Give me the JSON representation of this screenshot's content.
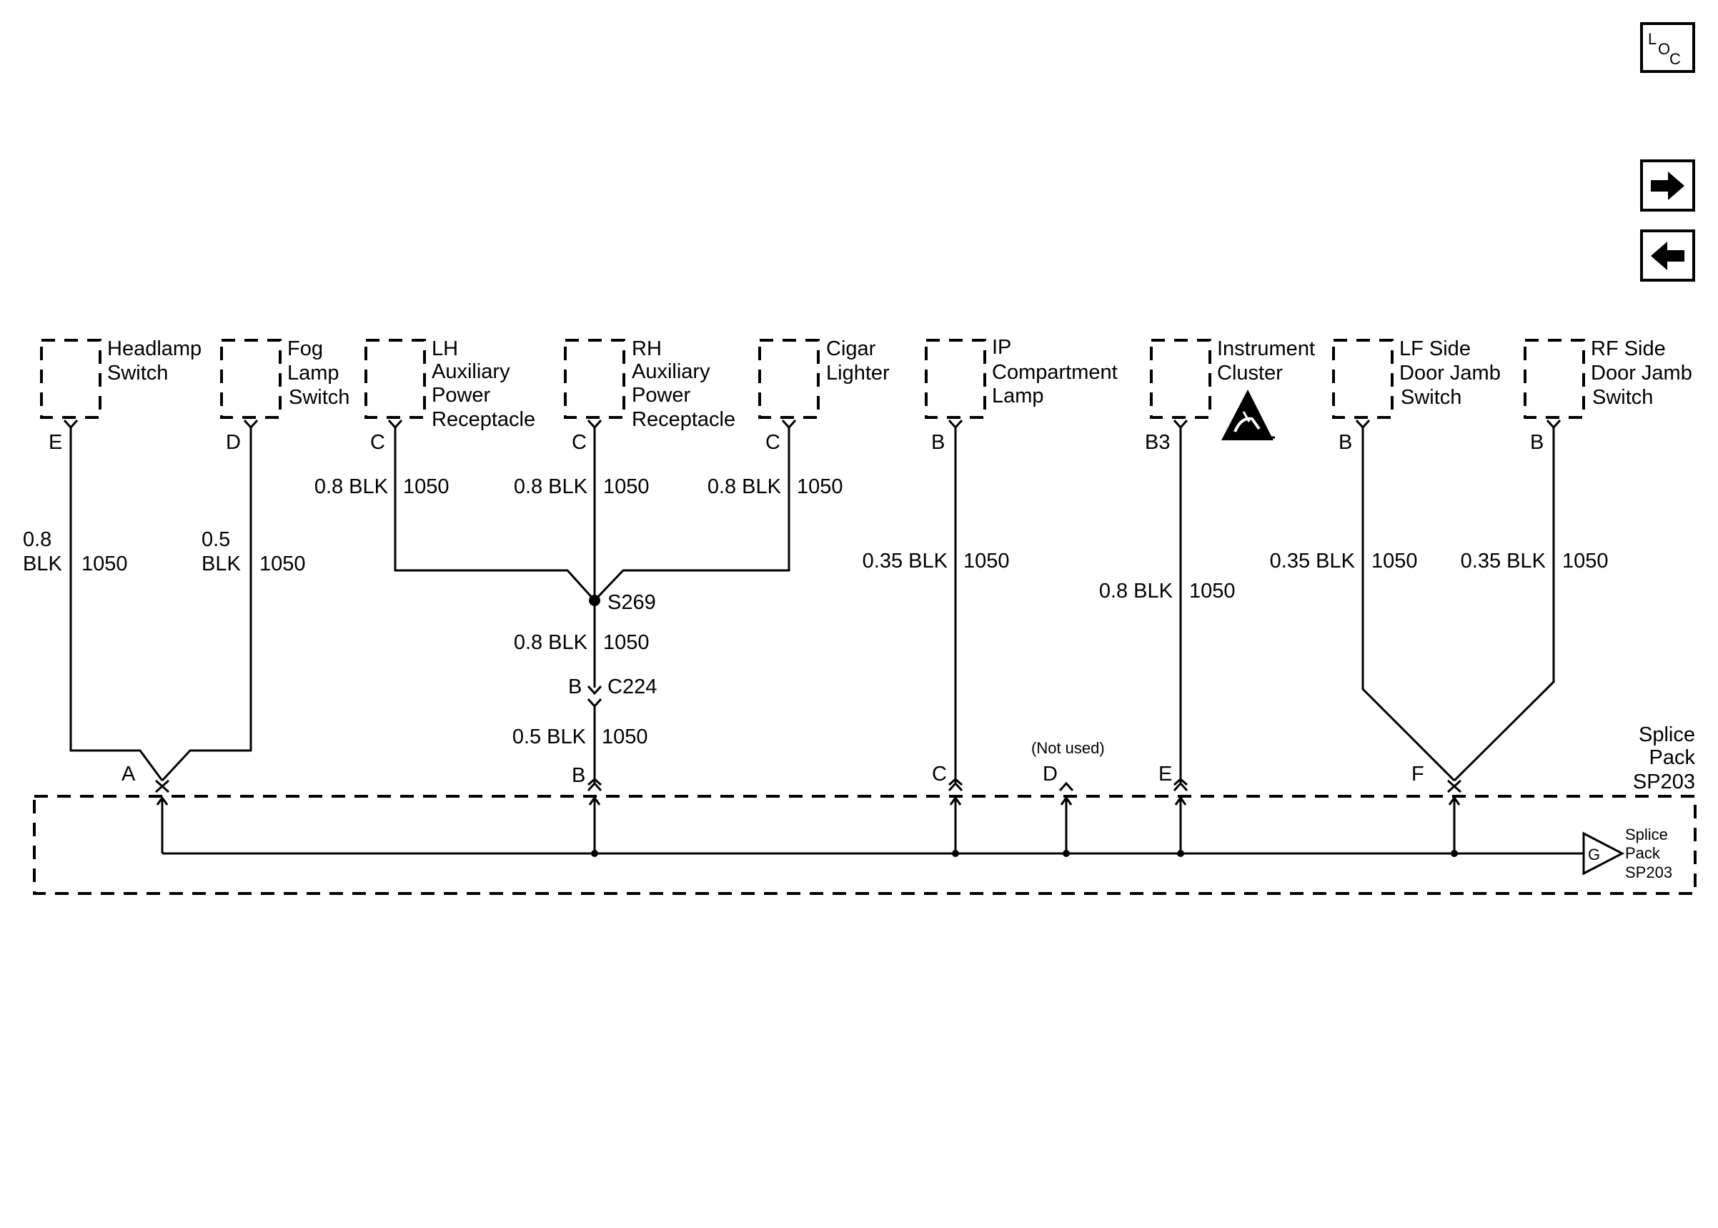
{
  "nav": {
    "loc_letters": [
      "L",
      "O",
      "C"
    ],
    "next_icon": "arrow-right-icon",
    "prev_icon": "arrow-left-icon"
  },
  "components": [
    {
      "id": "headlamp",
      "lines": [
        "Headlamp",
        "Switch"
      ],
      "pin": "E",
      "wire": [
        "0.8",
        "BLK"
      ],
      "circuit": "1050"
    },
    {
      "id": "fog",
      "lines": [
        "Fog",
        "Lamp",
        "Switch"
      ],
      "pin": "D",
      "wire": [
        "0.5",
        "BLK"
      ],
      "circuit": "1050"
    },
    {
      "id": "lh-aux",
      "lines": [
        "LH",
        "Auxiliary",
        "Power",
        "Receptacle"
      ],
      "pin": "C",
      "wire": "0.8 BLK",
      "circuit": "1050"
    },
    {
      "id": "rh-aux",
      "lines": [
        "RH",
        "Auxiliary",
        "Power",
        "Receptacle"
      ],
      "pin": "C",
      "wire": "0.8 BLK",
      "circuit": "1050"
    },
    {
      "id": "cigar",
      "lines": [
        "Cigar",
        "Lighter"
      ],
      "pin": "C",
      "wire": "0.8 BLK",
      "circuit": "1050"
    },
    {
      "id": "ip-lamp",
      "lines": [
        "IP",
        "Compartment",
        "Lamp"
      ],
      "pin": "B",
      "wire": "0.35 BLK",
      "circuit": "1050"
    },
    {
      "id": "cluster",
      "lines": [
        "Instrument",
        "Cluster"
      ],
      "pin": "B3",
      "wire": "0.8 BLK",
      "circuit": "1050",
      "icon": "esd-warning-icon"
    },
    {
      "id": "lf-door",
      "lines": [
        "LF Side",
        "Door Jamb",
        "Switch"
      ],
      "pin": "B",
      "wire": "0.35 BLK",
      "circuit": "1050"
    },
    {
      "id": "rf-door",
      "lines": [
        "RF Side",
        "Door Jamb",
        "Switch"
      ],
      "pin": "B",
      "wire": "0.35 BLK",
      "circuit": "1050"
    }
  ],
  "splice_s269": {
    "label": "S269",
    "wire": "0.8 BLK",
    "circuit": "1050"
  },
  "connector_c224": {
    "label": "C224",
    "pin": "B",
    "wire": "0.5 BLK",
    "circuit": "1050"
  },
  "splice_pack": {
    "name": [
      "Splice",
      "Pack",
      "SP203"
    ],
    "pins": [
      "A",
      "B",
      "C",
      "D",
      "E",
      "F"
    ],
    "not_used_note": "(Not used)",
    "ground_pin": "G",
    "ground_label": [
      "Splice",
      "Pack",
      "SP203"
    ]
  }
}
